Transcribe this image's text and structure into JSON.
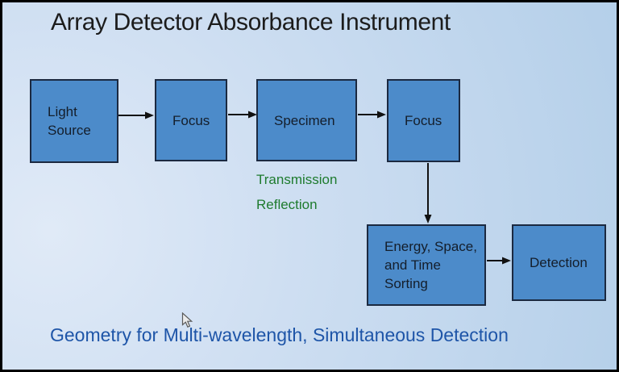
{
  "title": "Array Detector Absorbance Instrument",
  "diagram": {
    "boxes": [
      {
        "label": "Light Source"
      },
      {
        "label": "Focus"
      },
      {
        "label": "Specimen"
      },
      {
        "label": "Focus"
      },
      {
        "label": "Energy, Space, and Time Sorting"
      },
      {
        "label": "Detection"
      }
    ],
    "path_labels": [
      {
        "label": "Transmission"
      },
      {
        "label": "Reflection"
      }
    ],
    "arrows": [
      {
        "from": "Light Source",
        "to": "Focus"
      },
      {
        "from": "Focus",
        "to": "Specimen"
      },
      {
        "from": "Specimen",
        "to": "Focus"
      },
      {
        "from": "Focus",
        "to": "Energy, Space, and Time Sorting"
      },
      {
        "from": "Energy, Space, and Time Sorting",
        "to": "Detection"
      }
    ]
  },
  "caption": "Geometry for Multi-wavelength, Simultaneous Detection",
  "colors": {
    "background_top": "#b4cfe9",
    "background_light": "#e0eaf7",
    "box_fill": "#4c8bca",
    "box_border": "#1b2940",
    "box_text": "#141e2b",
    "title_text": "#1c1c1c",
    "path_label_text": "#1e7b2e",
    "caption_text": "#1e55a8",
    "arrow": "#111111"
  }
}
